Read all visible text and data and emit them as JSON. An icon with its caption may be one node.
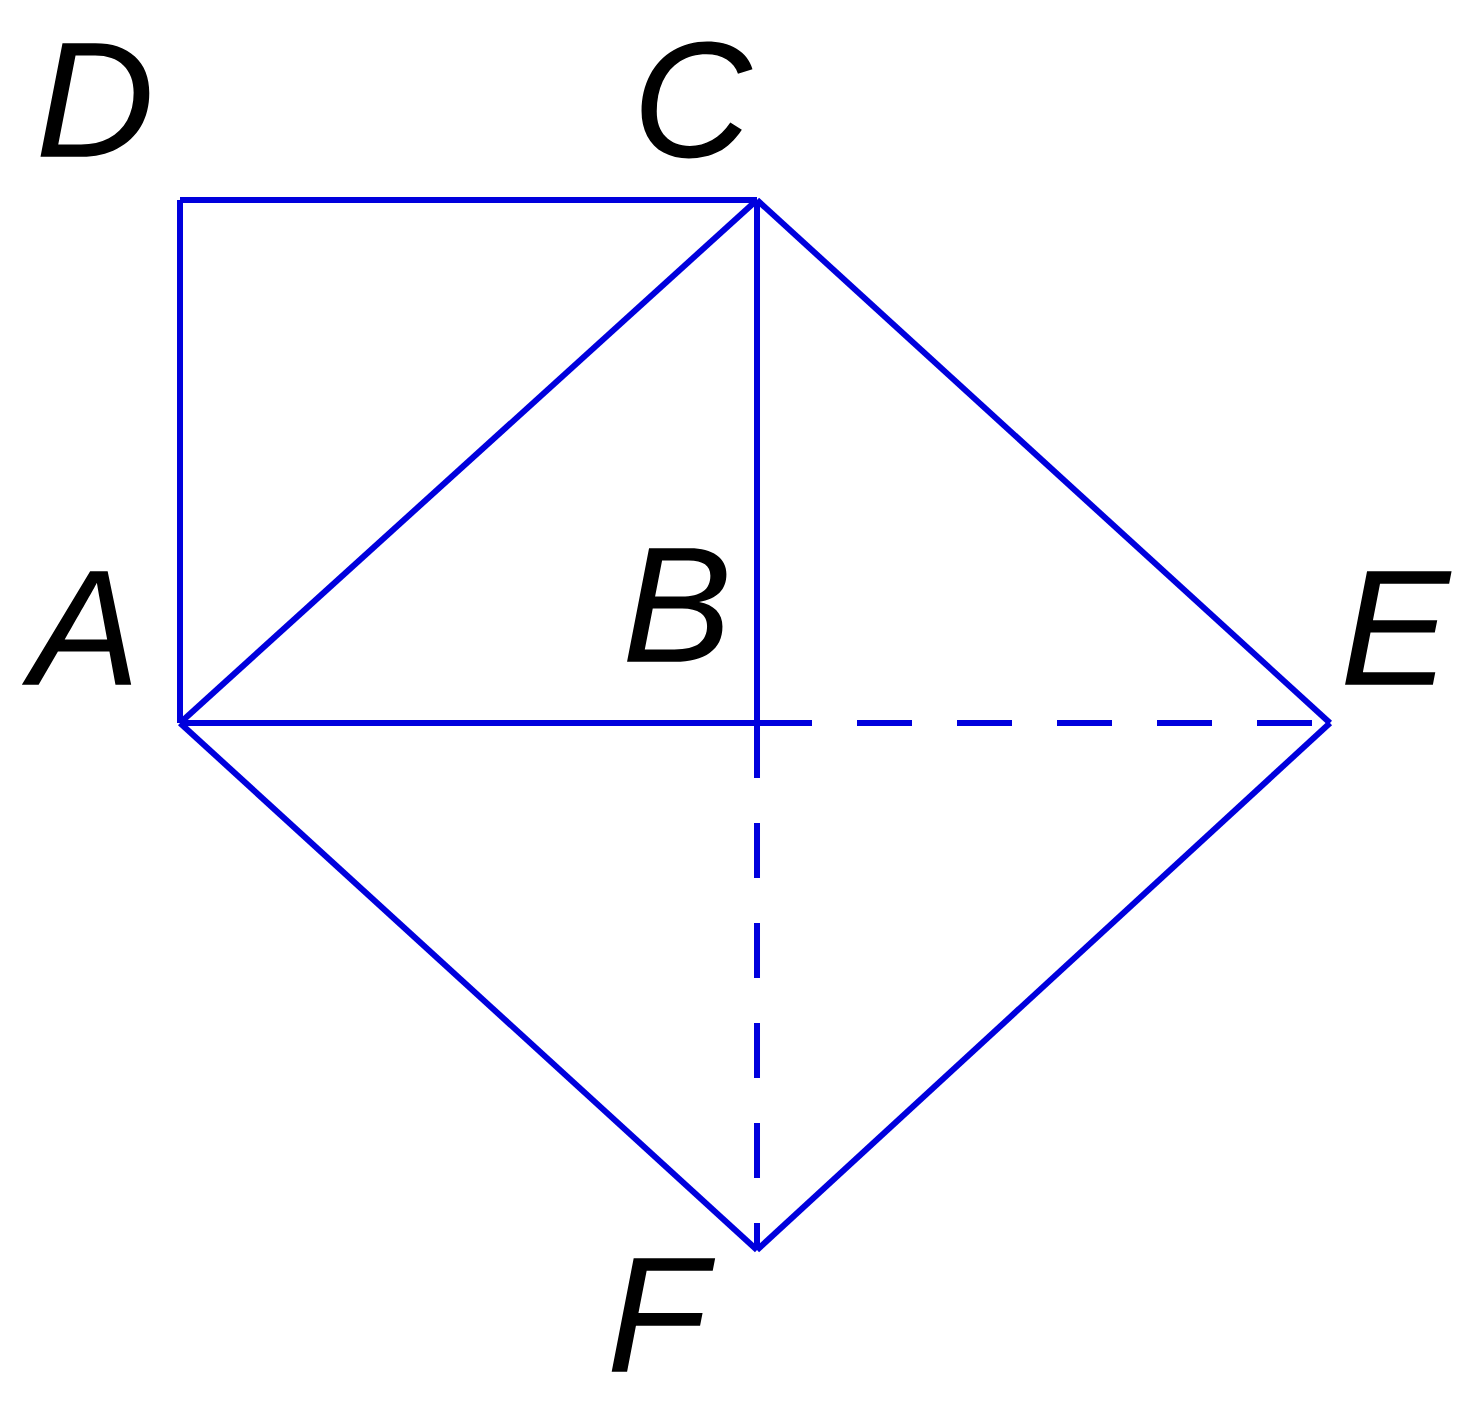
{
  "diagram": {
    "nodes": [
      {
        "text": [
          "D"
        ]
      },
      {
        "text": [
          "C"
        ]
      },
      {
        "text": [
          "A"
        ]
      },
      {
        "text": [
          "B"
        ]
      },
      {
        "text": [
          "E"
        ]
      },
      {
        "text": [
          "F"
        ]
      }
    ],
    "edges": [
      {
        "from": 0,
        "to": 1,
        "arrow": "none"
      },
      {
        "from": 0,
        "to": 2,
        "arrow": "none"
      },
      {
        "from": 2,
        "to": 1,
        "arrow": "none"
      },
      {
        "from": 1,
        "to": 3,
        "arrow": "none"
      },
      {
        "from": 2,
        "to": 3,
        "arrow": "none"
      },
      {
        "from": 3,
        "to": 4,
        "arrow": "none",
        "style": "dashed"
      },
      {
        "from": 3,
        "to": 5,
        "arrow": "none",
        "style": "dashed"
      },
      {
        "from": 1,
        "to": 4,
        "arrow": "none"
      },
      {
        "from": 2,
        "to": 5,
        "arrow": "none"
      },
      {
        "from": 5,
        "to": 4,
        "arrow": "none"
      }
    ]
  }
}
